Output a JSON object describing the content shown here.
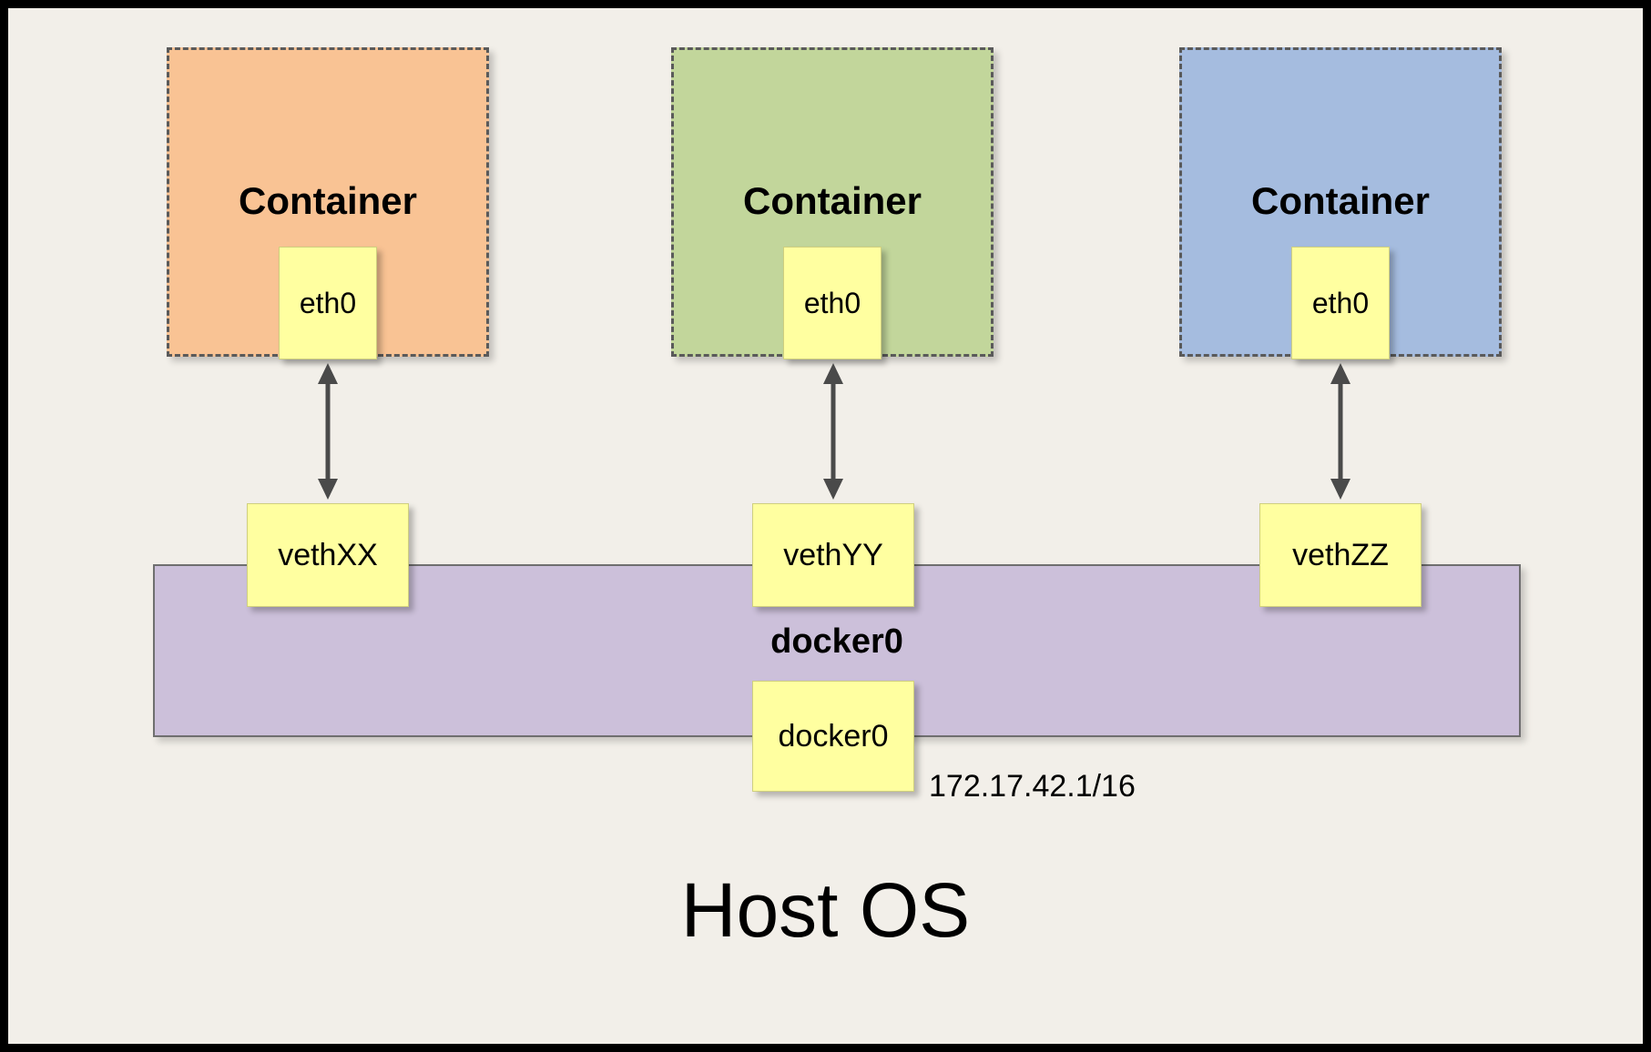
{
  "diagram": {
    "containers": [
      {
        "label": "Container",
        "interface": "eth0",
        "veth": "vethXX",
        "fill": "#f9c394"
      },
      {
        "label": "Container",
        "interface": "eth0",
        "veth": "vethYY",
        "fill": "#c2d69b"
      },
      {
        "label": "Container",
        "interface": "eth0",
        "veth": "vethZZ",
        "fill": "#a5bcdf"
      }
    ],
    "bridge": {
      "label": "docker0",
      "interface": "docker0",
      "ip": "172.17.42.1/16",
      "fill": "#ccc0da"
    },
    "host": {
      "label": "Host OS"
    },
    "colors": {
      "note_fill": "#ffffa0",
      "background": "#f2efe9",
      "frame": "#000000",
      "arrow": "#4a4a4a"
    }
  }
}
